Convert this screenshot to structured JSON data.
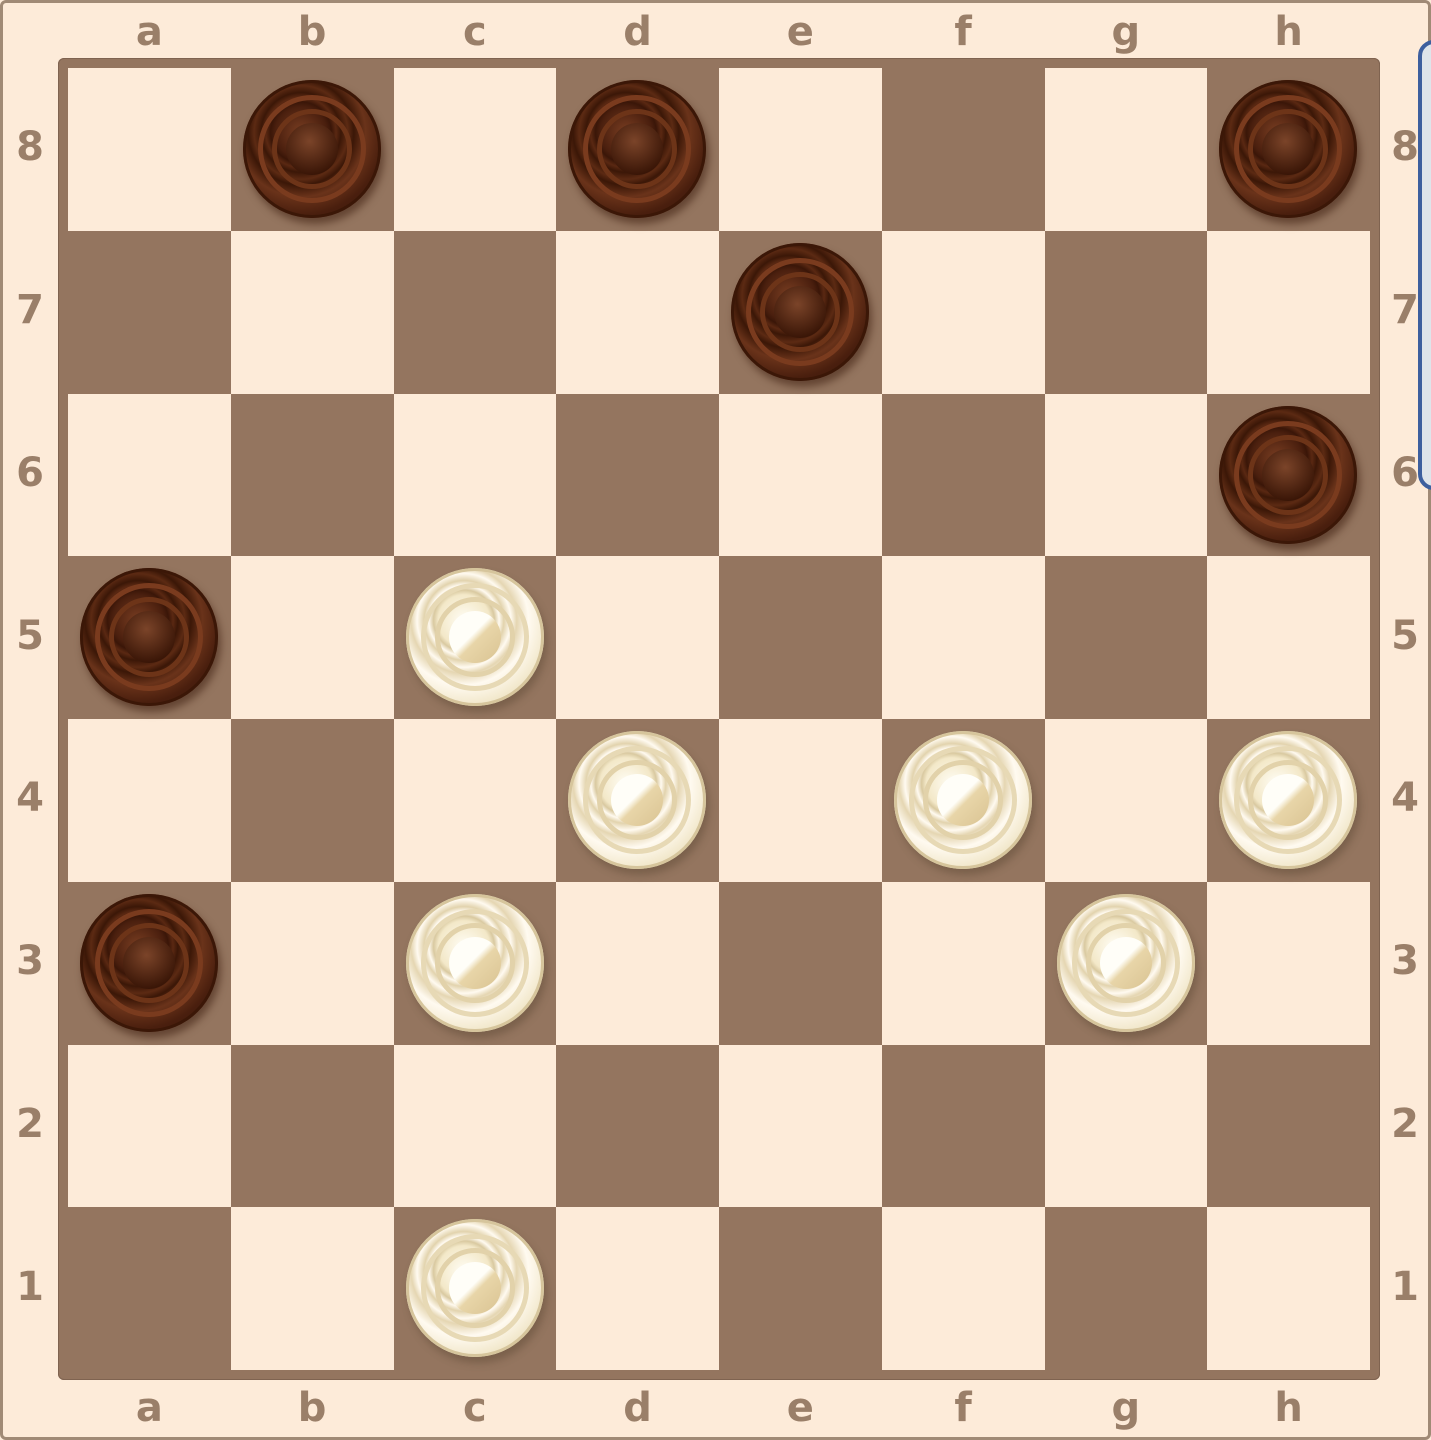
{
  "board": {
    "files": [
      "a",
      "b",
      "c",
      "d",
      "e",
      "f",
      "g",
      "h"
    ],
    "ranks": [
      "8",
      "7",
      "6",
      "5",
      "4",
      "3",
      "2",
      "1"
    ],
    "colors": {
      "light_square": "#fdebd9",
      "dark_square": "#94755f",
      "coordinate_text": "#9a7f69",
      "panel_border": "#3d5f9e"
    },
    "pieces": [
      {
        "square": "b8",
        "color": "black"
      },
      {
        "square": "d8",
        "color": "black"
      },
      {
        "square": "h8",
        "color": "black"
      },
      {
        "square": "e7",
        "color": "black"
      },
      {
        "square": "h6",
        "color": "black"
      },
      {
        "square": "a5",
        "color": "black"
      },
      {
        "square": "a3",
        "color": "black"
      },
      {
        "square": "c5",
        "color": "white"
      },
      {
        "square": "d4",
        "color": "white"
      },
      {
        "square": "f4",
        "color": "white"
      },
      {
        "square": "h4",
        "color": "white"
      },
      {
        "square": "c3",
        "color": "white"
      },
      {
        "square": "g3",
        "color": "white"
      },
      {
        "square": "c1",
        "color": "white"
      }
    ]
  }
}
